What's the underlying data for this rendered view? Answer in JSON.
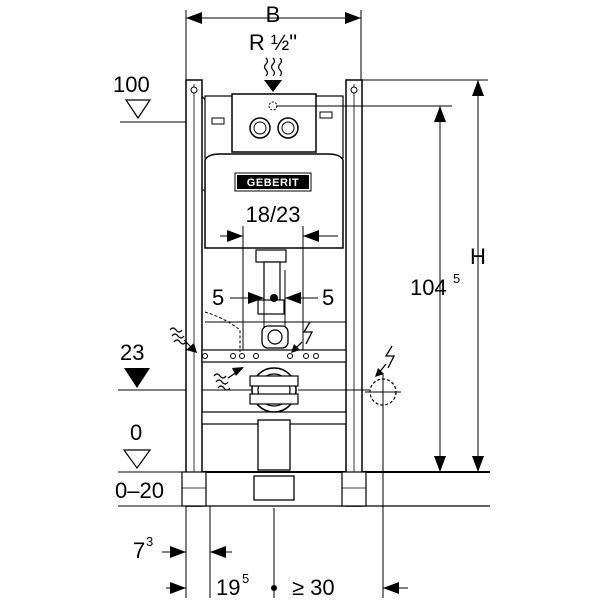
{
  "labels": {
    "width_b": "B",
    "connection": "R ½\"",
    "level_100": "100",
    "dim_18_23": "18/23",
    "offset_left": "5",
    "offset_right": "5",
    "level_23": "23",
    "level_0": "0",
    "range_0_20": "0–20",
    "height_h": "H",
    "dim_104": "104",
    "dim_104_sup": "5",
    "dim_7": "7",
    "dim_7_sup": "3",
    "dim_19": "19",
    "dim_19_sup": "5",
    "dim_30": "≥ 30",
    "brand": "GEBERIT"
  },
  "icons": [
    "water-supply-icon",
    "level-marker-icon",
    "electrical-icon",
    "drain-symbol-icon"
  ]
}
